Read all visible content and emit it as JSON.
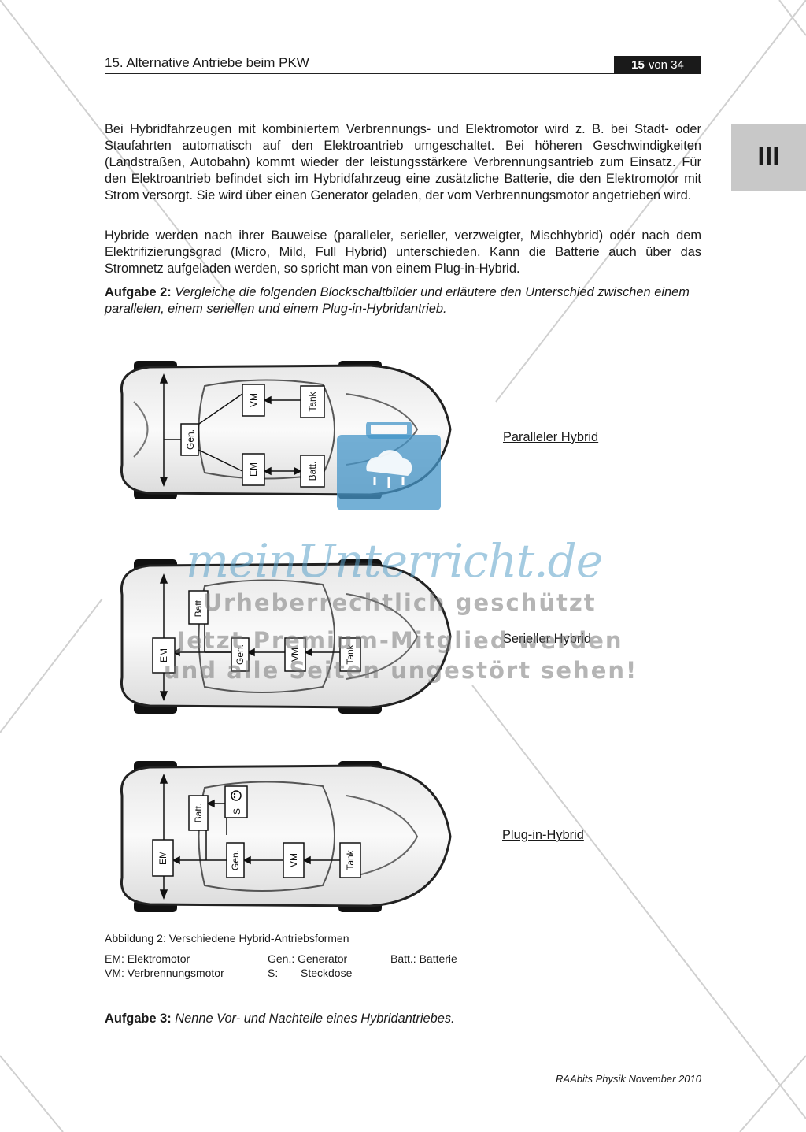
{
  "header": {
    "title": "15. Alternative Antriebe beim PKW",
    "page_current": "15",
    "page_total_label": "von 34",
    "chapter": "III"
  },
  "body": {
    "paragraph1": "Bei Hybridfahrzeugen mit kombiniertem Verbrennungs- und Elektromotor wird z. B. bei Stadt- oder Staufahrten automatisch auf den Elektroantrieb umgeschaltet. Bei höheren Geschwindigkeiten (Landstraßen, Autobahn) kommt wieder der leistungsstärkere Verbren­nungsantrieb zum Einsatz. Für den Elektroantrieb befindet sich im Hybridfahrzeug eine zusätzliche Batterie, die den Elektromotor mit Strom versorgt. Sie wird über einen Generator geladen, der vom Verbrennungsmotor angetrieben wird.",
    "paragraph2": "Hybride werden nach ihrer Bauweise (paralleler, serieller, verzweigter, Mischhybrid) oder nach dem  Elektrifizierungsgrad (Micro, Mild, Full Hybrid) unterschieden. Kann die Batterie auch über das Stromnetz aufgeladen werden, so spricht man von einem Plug-in-Hybrid.",
    "task2_label": "Aufgabe 2:",
    "task2_text": "Vergleiche die folgenden Blockschaltbilder und erläutere den Unterschied zwischen einem parallelen, einem seriellen und einem Plug-in-Hybridantrieb.",
    "task3_label": "Aufgabe 3:",
    "task3_text": "Nenne Vor- und Nachteile eines Hybridantriebes."
  },
  "figures": {
    "parallel": {
      "label": "Paralleler Hybrid",
      "boxes": {
        "gen": "Gen.",
        "vm": "VM",
        "tank": "Tank",
        "em": "EM",
        "batt": "Batt."
      }
    },
    "serial": {
      "label": "Serieller Hybrid",
      "boxes": {
        "batt": "Batt.",
        "em": "EM",
        "gen": "Gen.",
        "vm": "VM",
        "tank": "Tank"
      }
    },
    "plugin": {
      "label": "Plug-in-Hybrid",
      "boxes": {
        "batt": "Batt.",
        "s": "S",
        "em": "EM",
        "gen": "Gen.",
        "vm": "VM",
        "tank": "Tank"
      }
    }
  },
  "caption": "Abbildung 2: Verschiedene Hybrid-Antriebsformen",
  "legend": {
    "em": "EM: Elektromotor",
    "vm": "VM: Verbrennungsmotor",
    "gen": "Gen.: Generator",
    "s_key": "S:",
    "s_value": "Steckdose",
    "batt": "Batt.: Batterie"
  },
  "footer": "RAAbits Physik November 2010",
  "watermark": {
    "logo": "meinUnterricht.de",
    "line1": "Urheberrechtlich geschützt",
    "line2": "Jetzt Premium-Mitglied werden",
    "line3": "und alle Seiten ungestört sehen!"
  },
  "colors": {
    "watermark_blue": "#4a9ccc",
    "tab_gray": "#c8c8c8",
    "badge_black": "#1a1a1a"
  }
}
